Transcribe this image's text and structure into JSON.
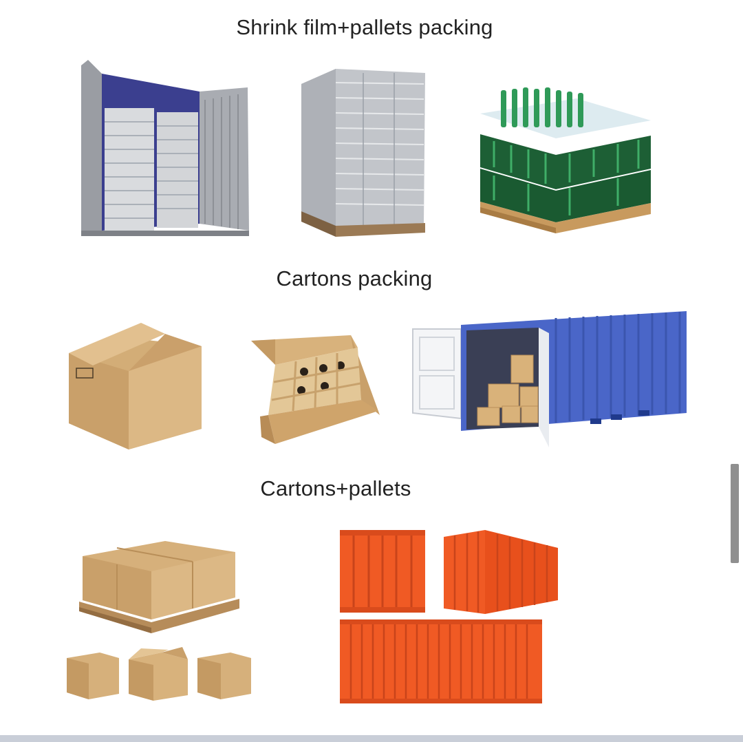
{
  "sections": [
    {
      "title": "Shrink film+pallets packing"
    },
    {
      "title": "Cartons packing"
    },
    {
      "title": "Cartons+pallets"
    }
  ],
  "colors": {
    "carton": "#d2ad78",
    "container_blue": "#4a66c8",
    "container_orange": "#f05a24",
    "glass_green": "#1f7a3e",
    "film_gray": "#b9bcc2"
  }
}
